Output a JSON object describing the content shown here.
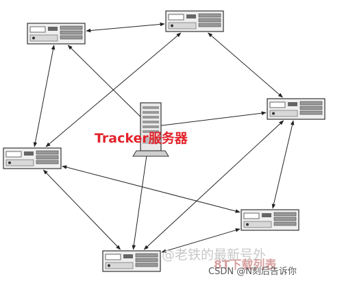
{
  "diagram": {
    "center_label": "Tracker服务器",
    "nodes": [
      {
        "id": "pc-top-left"
      },
      {
        "id": "pc-top-center"
      },
      {
        "id": "pc-right"
      },
      {
        "id": "pc-left"
      },
      {
        "id": "pc-bottom-right"
      },
      {
        "id": "pc-bottom-center"
      }
    ],
    "peer_links": [
      [
        "pc-top-left",
        "pc-top-center"
      ],
      [
        "pc-top-center",
        "pc-right"
      ],
      [
        "pc-top-left",
        "pc-left"
      ],
      [
        "pc-top-center",
        "pc-left"
      ],
      [
        "pc-left",
        "pc-bottom-right"
      ],
      [
        "pc-left",
        "pc-bottom-center"
      ],
      [
        "pc-right",
        "pc-bottom-right"
      ],
      [
        "pc-right",
        "pc-bottom-center"
      ],
      [
        "pc-bottom-right",
        "pc-bottom-center"
      ]
    ],
    "tracker_links": [
      "pc-top-left",
      "pc-right",
      "pc-bottom-center"
    ]
  },
  "watermark": {
    "line1": "@老铁的最新号外",
    "line2": "CSDN @N刻后告诉你",
    "partial_red": "8T下载列表"
  },
  "colors": {
    "line": "#222222",
    "label": "#e2222b",
    "device_body": "#efefef",
    "device_stroke": "#333333"
  }
}
